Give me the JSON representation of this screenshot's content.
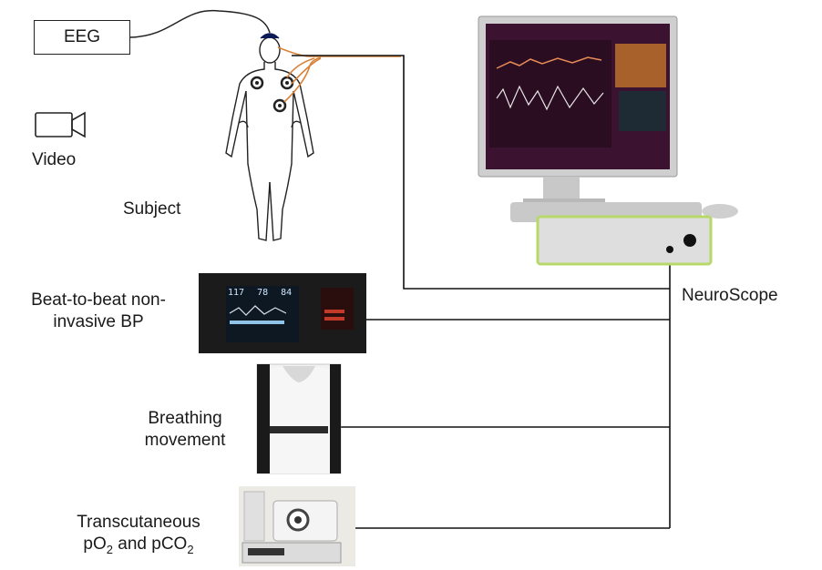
{
  "eeg": {
    "label": "EEG"
  },
  "video": {
    "label": "Video",
    "icon": "video-camera-icon"
  },
  "subject": {
    "label": "Subject",
    "icon": "human-body-outline"
  },
  "neuroscope": {
    "label": "NeuroScope",
    "icon": "computer-monitor-with-amplifier"
  },
  "bp": {
    "line1": "Beat-to-beat non-",
    "line2": "invasive BP",
    "monitor_values": [
      "117",
      "78",
      "84"
    ]
  },
  "breathing": {
    "line1": "Breathing",
    "line2": "movement"
  },
  "transcutaneous": {
    "line1": "Transcutaneous",
    "line2_a": "pO",
    "line2_sub_a": "2",
    "line2_b": " and pCO",
    "line2_sub_b": "2"
  },
  "colors": {
    "line": "#111111",
    "electrode_wire": "#d9823a",
    "screen_bg": "#2b0d22",
    "amp_border": "#b8d86a"
  }
}
